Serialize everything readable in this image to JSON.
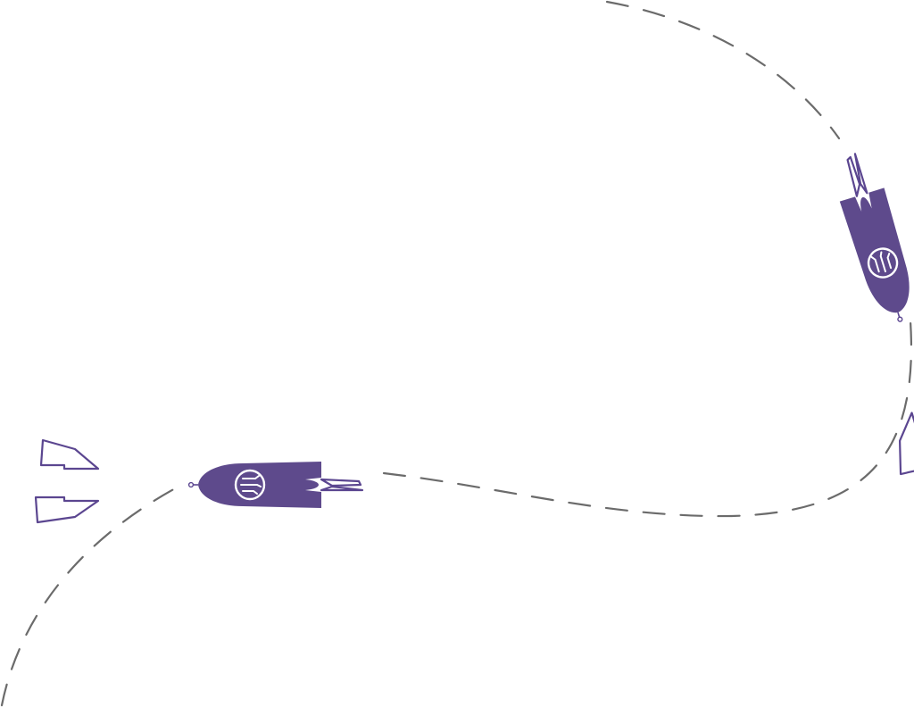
{
  "colors": {
    "rocket_body": "#5e4a8c",
    "rocket_outline": "#5b4690",
    "trail": "#6b6b6b",
    "background": "#ffffff"
  },
  "rockets": [
    {
      "name": "rocket-left",
      "heading": "left",
      "icon": "rocket-icon"
    },
    {
      "name": "rocket-right",
      "heading": "down",
      "icon": "rocket-icon"
    }
  ],
  "trail": {
    "style": "dashed",
    "icon": "dashed-trail-path"
  }
}
